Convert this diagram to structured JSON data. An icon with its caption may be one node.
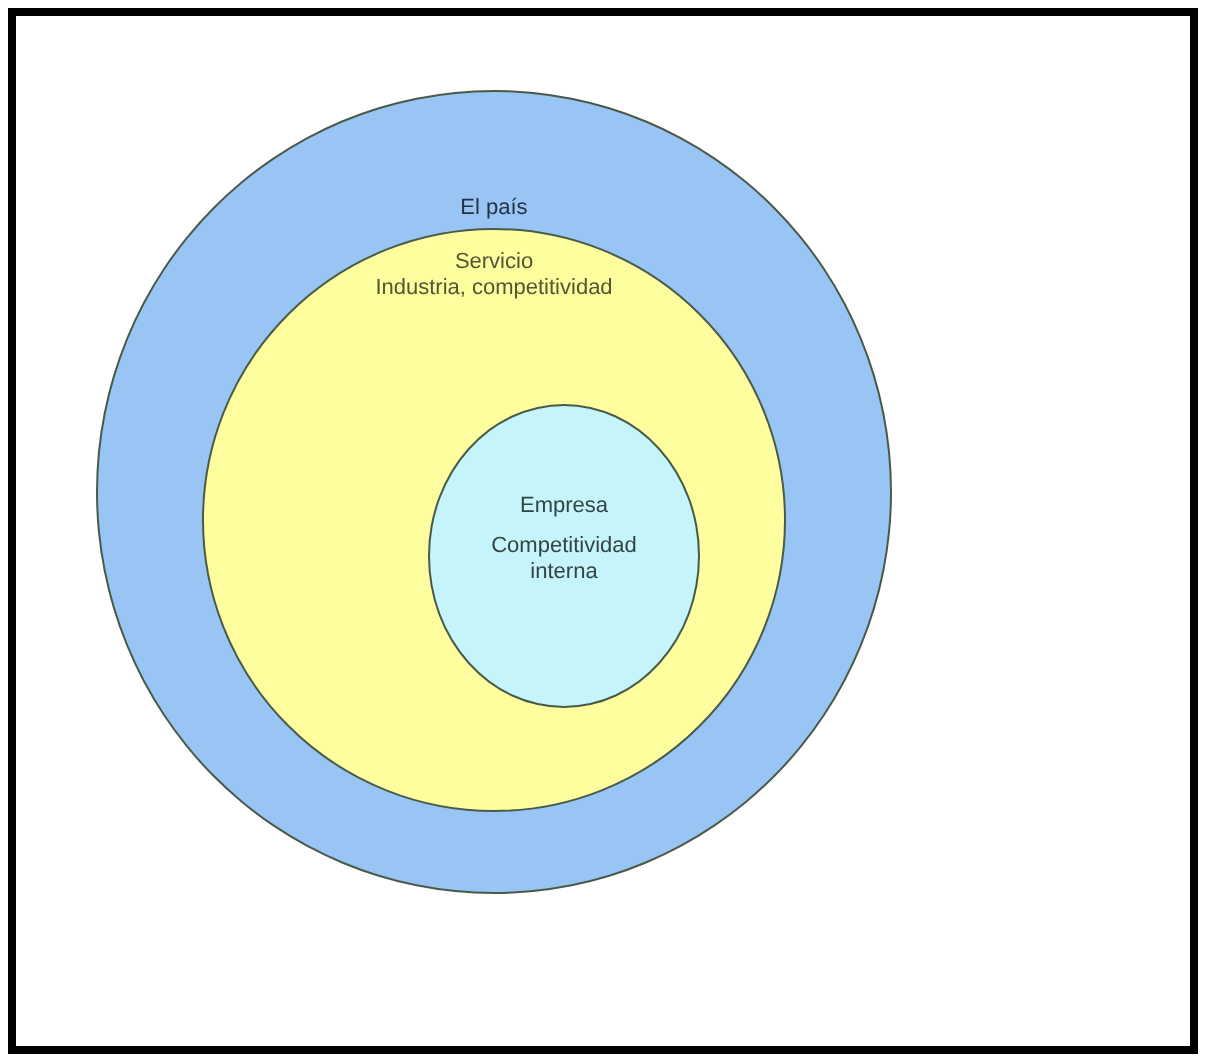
{
  "diagram": {
    "nodes": [
      {
        "text": [
          "El país"
        ]
      },
      {
        "text": [
          "Servicio",
          "Industria, competitividad"
        ],
        "in": 0
      },
      {
        "text": [
          "Empresa",
          "Competitividad interna"
        ],
        "in": 1
      }
    ]
  }
}
